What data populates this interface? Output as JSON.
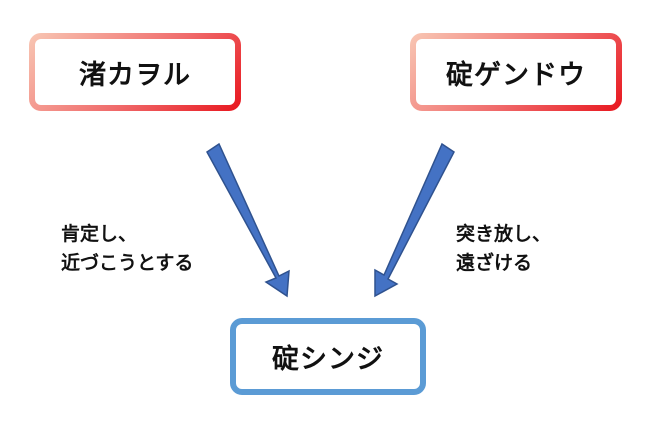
{
  "nodes": {
    "kaworu": {
      "label": "渚カヲル"
    },
    "gendo": {
      "label": "碇ゲンドウ"
    },
    "shinji": {
      "label": "碇シンジ"
    }
  },
  "edges": {
    "kaworu_to_shinji": {
      "label_line1": "肯定し、",
      "label_line2": "近づこうとする"
    },
    "gendo_to_shinji": {
      "label_line1": "突き放し、",
      "label_line2": "遠ざける"
    }
  },
  "colors": {
    "source_border_light": "#f8c7b4",
    "source_border_dark": "#e8161e",
    "target_border": "#5b9bd5",
    "arrow_fill": "#4472c4",
    "arrow_stroke": "#2f528f"
  }
}
